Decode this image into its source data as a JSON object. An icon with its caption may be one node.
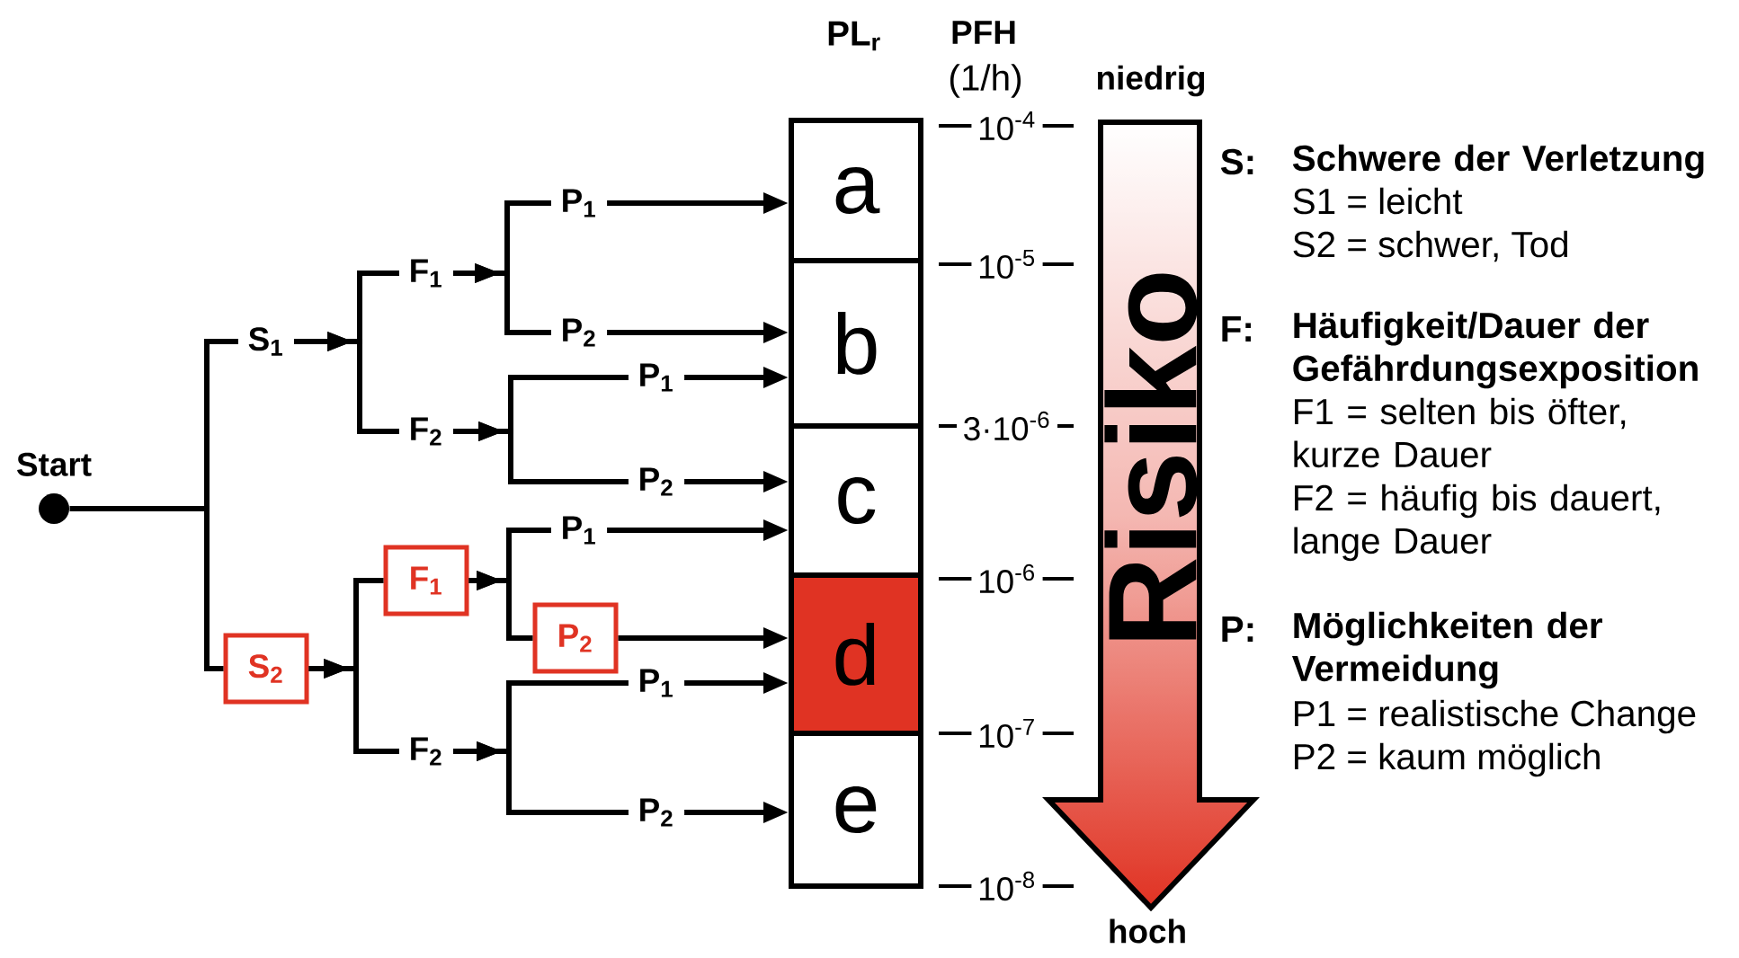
{
  "diagram": {
    "nodes": [
      {
        "text": [
          "Start"
        ]
      },
      {
        "text": [
          "S$_{1}$"
        ]
      },
      {
        "text": [
          "S$_{2}$"
        ]
      },
      {
        "text": [
          "F$_{1}$"
        ]
      },
      {
        "text": [
          "F$_{2}$"
        ]
      },
      {
        "text": [
          "F$_{1}$"
        ]
      },
      {
        "text": [
          "F$_{2}$"
        ]
      },
      {
        "text": [
          "P$_{1}$"
        ]
      },
      {
        "text": [
          "P$_{2}$"
        ]
      },
      {
        "text": [
          "P$_{1}$"
        ]
      },
      {
        "text": [
          "P$_{2}$"
        ]
      },
      {
        "text": [
          "P$_{1}$"
        ]
      },
      {
        "text": [
          "P$_{2}$"
        ]
      },
      {
        "text": [
          "P$_{1}$"
        ]
      },
      {
        "text": [
          "P$_{2}$"
        ]
      },
      {
        "text": [
          "a"
        ]
      },
      {
        "text": [
          "b"
        ]
      },
      {
        "text": [
          "c"
        ]
      },
      {
        "text": [
          "d"
        ]
      },
      {
        "text": [
          "e"
        ]
      },
      {
        "text": [
          "Risiko"
        ],
        "beside": [
          "niedrig",
          "hoch"
        ]
      }
    ],
    "edges": [
      {
        "from": 0,
        "to": 1,
        "arrow": "none"
      },
      {
        "from": 0,
        "to": 2,
        "arrow": "none"
      },
      {
        "from": 1,
        "to": 3,
        "arrow": "to"
      },
      {
        "from": 1,
        "to": 4,
        "arrow": "to"
      },
      {
        "from": 2,
        "to": 5,
        "arrow": "to"
      },
      {
        "from": 2,
        "to": 6,
        "arrow": "to"
      },
      {
        "from": 3,
        "to": 7,
        "arrow": "to"
      },
      {
        "from": 3,
        "to": 8,
        "arrow": "to"
      },
      {
        "from": 4,
        "to": 9,
        "arrow": "to"
      },
      {
        "from": 4,
        "to": 10,
        "arrow": "to"
      },
      {
        "from": 5,
        "to": 11,
        "arrow": "to"
      },
      {
        "from": 5,
        "to": 12,
        "arrow": "to"
      },
      {
        "from": 6,
        "to": 13,
        "arrow": "to"
      },
      {
        "from": 6,
        "to": 14,
        "arrow": "to"
      },
      {
        "from": 7,
        "to": 15,
        "arrow": "to"
      },
      {
        "from": 8,
        "to": 16,
        "arrow": "to"
      },
      {
        "from": 9,
        "to": 16,
        "arrow": "to"
      },
      {
        "from": 10,
        "to": 17,
        "arrow": "to"
      },
      {
        "from": 11,
        "to": 17,
        "arrow": "to"
      },
      {
        "from": 12,
        "to": 18,
        "arrow": "to"
      },
      {
        "from": 13,
        "to": 18,
        "arrow": "to"
      },
      {
        "from": 14,
        "to": 19,
        "arrow": "to"
      }
    ],
    "labels": [
      "PL$_{r}$",
      "PFH",
      "(1/h)",
      "10$^{-4}$",
      "10$^{-5}$",
      "3·10$^{-6}$",
      "10$^{-6}$",
      "10$^{-7}$",
      "10$^{-8}$",
      "S:",
      "Schwere der Verletzung",
      "S1 = leicht",
      "S2 = schwer, Tod",
      "F:",
      "Häufigkeit/Dauer der Gefährdungsexposition",
      "F1 = selten bis öfter, kurze Dauer",
      "F2 = häufig bis dauert, lange Dauer",
      "P:",
      "Möglichkeiten der Vermeidung",
      "P1 = realistische Change",
      "P2 = kaum möglich"
    ]
  }
}
